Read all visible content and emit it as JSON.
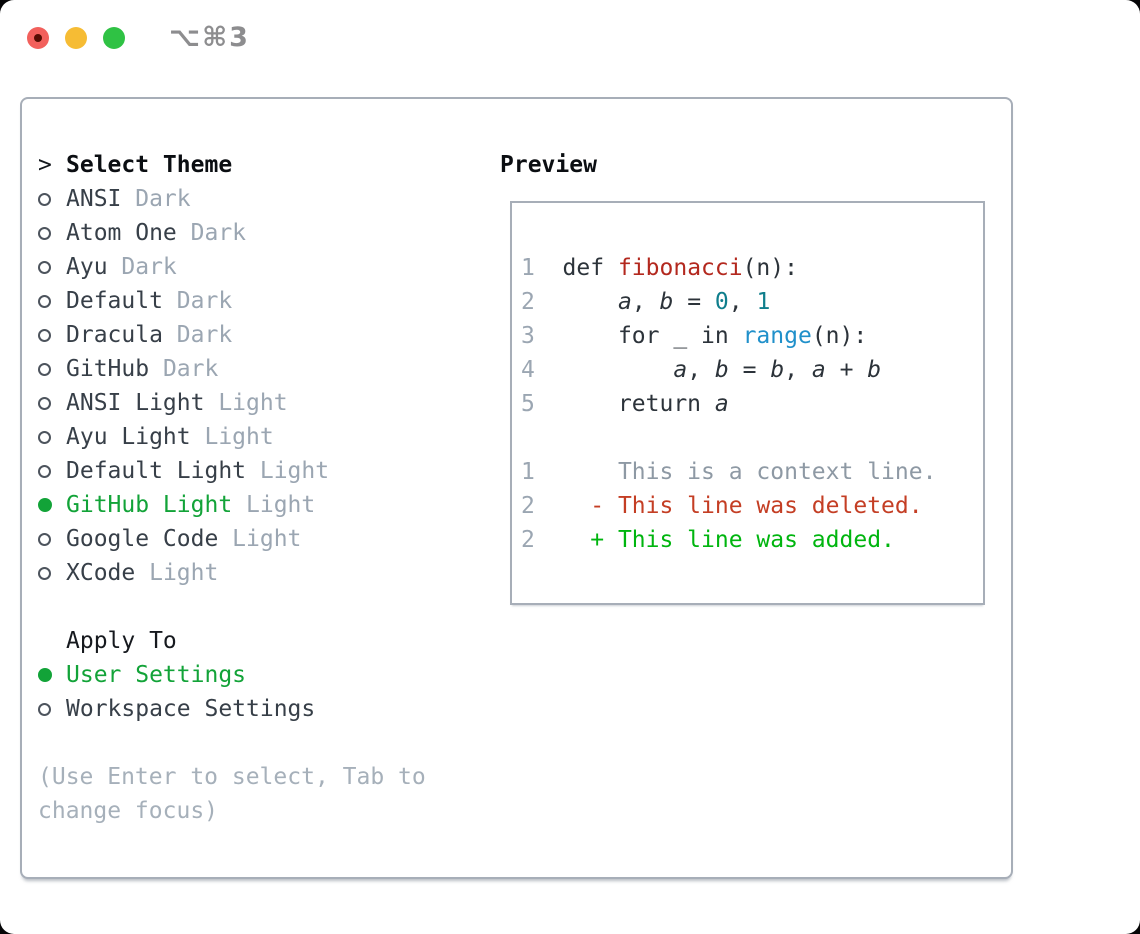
{
  "window": {
    "title": "⌥⌘3"
  },
  "titlebar": {
    "close_label": "close",
    "minimize_label": "minimize",
    "zoom_label": "zoom"
  },
  "picker": {
    "prompt": ">",
    "heading": "Select Theme",
    "themes": [
      {
        "name": "ANSI",
        "variant": "Dark",
        "selected": false
      },
      {
        "name": "Atom One",
        "variant": "Dark",
        "selected": false
      },
      {
        "name": "Ayu",
        "variant": "Dark",
        "selected": false
      },
      {
        "name": "Default",
        "variant": "Dark",
        "selected": false
      },
      {
        "name": "Dracula",
        "variant": "Dark",
        "selected": false
      },
      {
        "name": "GitHub",
        "variant": "Dark",
        "selected": false
      },
      {
        "name": "ANSI Light",
        "variant": "Light",
        "selected": false
      },
      {
        "name": "Ayu Light",
        "variant": "Light",
        "selected": false
      },
      {
        "name": "Default Light",
        "variant": "Light",
        "selected": false
      },
      {
        "name": "GitHub Light",
        "variant": "Light",
        "selected": true
      },
      {
        "name": "Google Code",
        "variant": "Light",
        "selected": false
      },
      {
        "name": "XCode",
        "variant": "Light",
        "selected": false
      }
    ],
    "apply_heading": "Apply To",
    "apply_options": [
      {
        "name": "User Settings",
        "selected": true
      },
      {
        "name": "Workspace Settings",
        "selected": false
      }
    ],
    "hints": [
      "(Use Enter to select, Tab to",
      "change focus)"
    ]
  },
  "preview": {
    "heading": "Preview",
    "code_lines": [
      [
        {
          "t": "1",
          "c": "ln"
        },
        {
          "t": "  def ",
          "c": "t"
        },
        {
          "t": "fibonacci",
          "c": "fn"
        },
        {
          "t": "(n):",
          "c": "t"
        }
      ],
      [
        {
          "t": "2",
          "c": "ln"
        },
        {
          "t": "      ",
          "c": "t"
        },
        {
          "t": "a",
          "c": "var"
        },
        {
          "t": ", ",
          "c": "t"
        },
        {
          "t": "b",
          "c": "var"
        },
        {
          "t": " = ",
          "c": "t"
        },
        {
          "t": "0",
          "c": "num"
        },
        {
          "t": ", ",
          "c": "t"
        },
        {
          "t": "1",
          "c": "num"
        }
      ],
      [
        {
          "t": "3",
          "c": "ln"
        },
        {
          "t": "      for _ in ",
          "c": "t"
        },
        {
          "t": "range",
          "c": "call"
        },
        {
          "t": "(n):",
          "c": "t"
        }
      ],
      [
        {
          "t": "4",
          "c": "ln"
        },
        {
          "t": "          ",
          "c": "t"
        },
        {
          "t": "a",
          "c": "var"
        },
        {
          "t": ", ",
          "c": "t"
        },
        {
          "t": "b",
          "c": "var"
        },
        {
          "t": " = ",
          "c": "t"
        },
        {
          "t": "b",
          "c": "var"
        },
        {
          "t": ", ",
          "c": "t"
        },
        {
          "t": "a",
          "c": "var"
        },
        {
          "t": " + ",
          "c": "t"
        },
        {
          "t": "b",
          "c": "var"
        }
      ],
      [
        {
          "t": "5",
          "c": "ln"
        },
        {
          "t": "      return ",
          "c": "t"
        },
        {
          "t": "a",
          "c": "var"
        }
      ],
      [],
      [
        {
          "t": "1",
          "c": "ln"
        },
        {
          "t": "      This is a context line.",
          "c": "ctx"
        }
      ],
      [
        {
          "t": "2",
          "c": "ln"
        },
        {
          "t": "    ",
          "c": "t"
        },
        {
          "t": "- This line was deleted.",
          "c": "del"
        }
      ],
      [
        {
          "t": "2",
          "c": "ln"
        },
        {
          "t": "    ",
          "c": "t"
        },
        {
          "t": "+ This line was added.",
          "c": "add"
        }
      ]
    ]
  },
  "colors": {
    "selected_green": "#12a338",
    "added_green": "#00b50f",
    "deleted_red": "#c43e24",
    "function_red": "#b3281e",
    "number_teal": "#0f7e8c",
    "call_blue": "#2090ca",
    "text_dark": "#2c333a",
    "muted_gray": "#9ba6b2",
    "hint_gray": "#a6b0ba",
    "border_gray": "#a7aeb8",
    "traffic_red": "#f2605c",
    "traffic_yellow": "#f6bc34",
    "traffic_green": "#2fc244"
  }
}
